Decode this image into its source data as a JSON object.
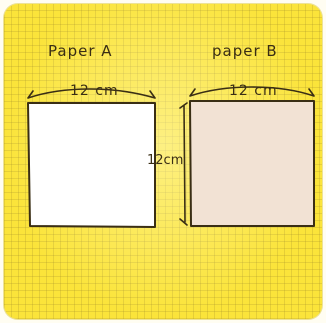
{
  "paper_a": {
    "label": "Paper A",
    "width_label": "12 cm",
    "fill": "#ffffff"
  },
  "paper_b": {
    "label": "paper B",
    "width_label": "12 cm",
    "height_label": "12cm",
    "fill": "#f2e2d4"
  },
  "colors": {
    "background": "#fbe43a",
    "ink": "#3a2e14"
  }
}
